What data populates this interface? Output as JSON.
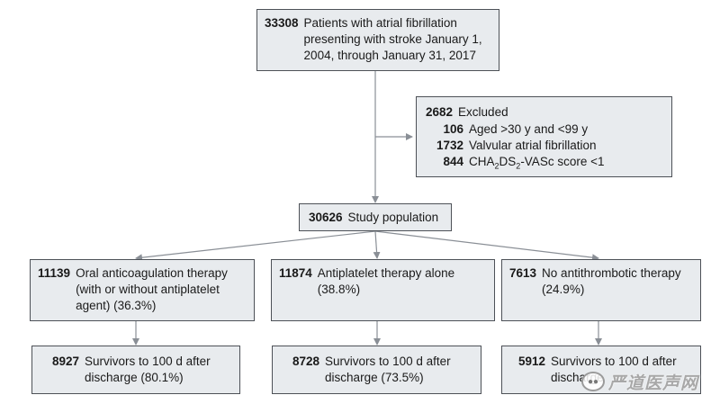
{
  "flowchart": {
    "top": {
      "count": "33308",
      "text": "Patients with atrial fibrillation presenting with stroke January 1, 2004, through January 31, 2017"
    },
    "excluded": {
      "count": "2682",
      "label": "Excluded",
      "items": [
        {
          "count": "106",
          "text": "Aged >30 y and <99 y"
        },
        {
          "count": "1732",
          "text": "Valvular atrial fibrillation"
        },
        {
          "count": "844",
          "text_pre": "CHA",
          "sub1": "2",
          "text_mid": "DS",
          "sub2": "2",
          "text_post": "-VASc score <1"
        }
      ]
    },
    "study": {
      "count": "30626",
      "text": "Study population"
    },
    "groups": [
      {
        "count": "11139",
        "text": "Oral anticoagulation therapy (with or without antiplatelet agent) (36.3%)",
        "survivors": {
          "count": "8927",
          "text": "Survivors to 100 d after discharge (80.1%)"
        }
      },
      {
        "count": "11874",
        "text": "Antiplatelet therapy alone (38.8%)",
        "survivors": {
          "count": "8728",
          "text": "Survivors to 100 d after discharge (73.5%)"
        }
      },
      {
        "count": "7613",
        "text": "No antithrombotic therapy (24.9%)",
        "survivors": {
          "count": "5912",
          "text": "Survivors to 100 d after discharge"
        }
      }
    ]
  },
  "watermark": {
    "text": "严道医声网",
    "icon": "wechat-icon"
  },
  "colors": {
    "box_fill": "#e8ebee",
    "border": "#4d5157",
    "line": "#8a8f96"
  }
}
